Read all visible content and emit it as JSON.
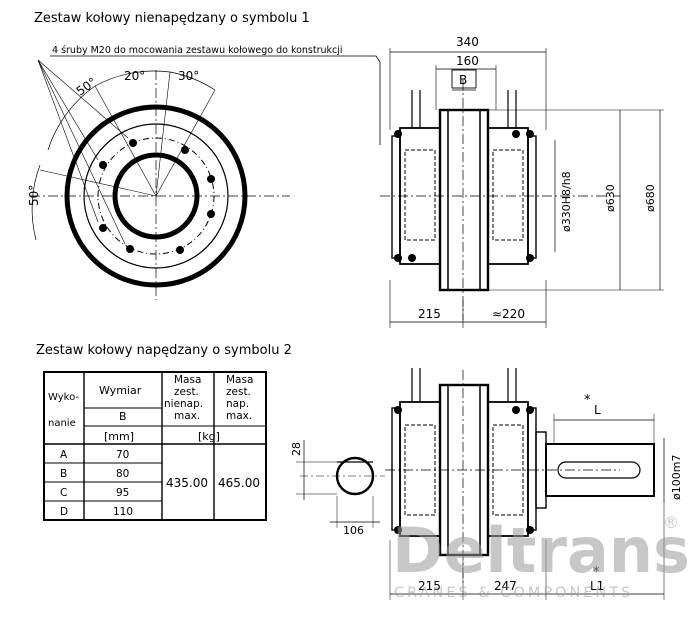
{
  "section1": {
    "title": "Zestaw kołowy nienapędzany o symbolu 1",
    "bolt_note": "4 śruby M20 do mocowania zestawu kołowego do konstrukcji",
    "angle_labels": [
      "20°",
      "30°",
      "50°",
      "50°"
    ],
    "dims": {
      "overall_width": "340",
      "wheel_width": "160",
      "b": "B",
      "bore": "ø330H8/h8",
      "d630": "ø630",
      "d680": "ø680",
      "left": "215",
      "right": "≈220"
    }
  },
  "section2": {
    "title": "Zestaw kołowy napędzany o symbolu 2",
    "dims": {
      "star_top": "*",
      "l": "L",
      "shaft": "ø100m7",
      "key_h": "28",
      "key_w": "106",
      "left": "215",
      "mid": "247",
      "star_bottom": "*",
      "l1": "L1"
    }
  },
  "table": {
    "h_wyko": "Wyko-",
    "h_nanie": "nanie",
    "h_wymiar": "Wymiar",
    "h_b": "B",
    "h_mm": "[mm]",
    "h_m1": [
      "Masa",
      "zest.",
      "nienap.",
      "max."
    ],
    "h_m2": [
      "Masa",
      "zest.",
      "nap.",
      "max."
    ],
    "h_kg": "[kg]",
    "rows": [
      {
        "wyk": "A",
        "b": "70"
      },
      {
        "wyk": "B",
        "b": "80"
      },
      {
        "wyk": "C",
        "b": "95"
      },
      {
        "wyk": "D",
        "b": "110"
      }
    ],
    "mass_nienap": "435.00",
    "mass_nap": "465.00"
  },
  "watermark": {
    "brand": "Deltrans",
    "reg": "®",
    "tagline": "CRANES & COMPONENTS"
  }
}
